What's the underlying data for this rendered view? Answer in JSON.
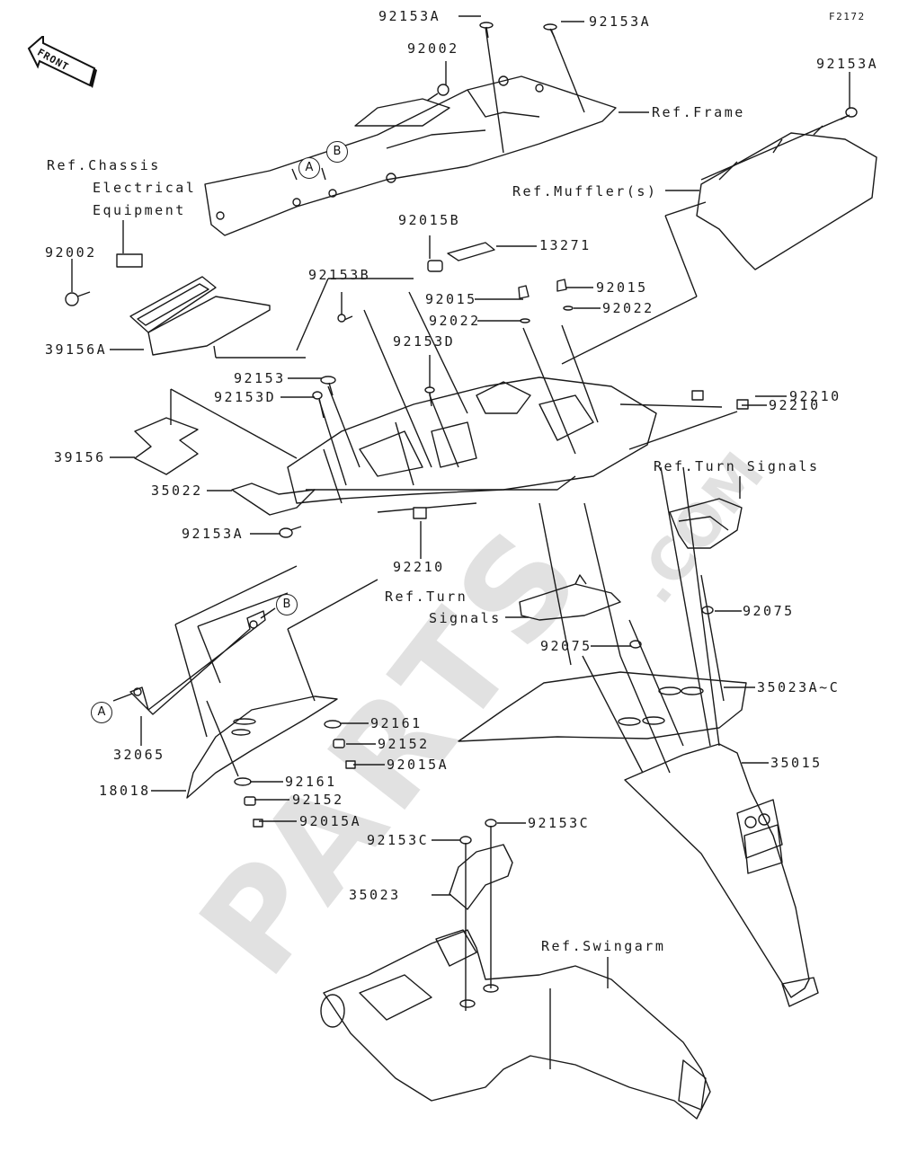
{
  "diagram_code": "F2172",
  "front_arrow": "FRONT",
  "watermark": {
    "main": "PARTS",
    "suffix": ".COM"
  },
  "refs": {
    "chassis_line1": "Ref.Chassis",
    "chassis_line2": "Electrical",
    "chassis_line3": "Equipment",
    "frame": "Ref.Frame",
    "muffler": "Ref.Muffler(s)",
    "turn_signals_right_line1": "Ref.Turn Signals",
    "turn_signals_left_line1": "Ref.Turn",
    "turn_signals_left_line2": "Signals",
    "swingarm": "Ref.Swingarm"
  },
  "callouts": {
    "a": "A",
    "b": "B"
  },
  "parts": {
    "p92153A_top1": "92153A",
    "p92153A_top2": "92153A",
    "p92153A_right": "92153A",
    "p92002_top": "92002",
    "p92002_left": "92002",
    "p92015B": "92015B",
    "p13271": "13271",
    "p92153B": "92153B",
    "p92015_1": "92015",
    "p92015_2": "92015",
    "p92022_1": "92022",
    "p92022_2": "92022",
    "p39156A": "39156A",
    "p92153D_1": "92153D",
    "p92153": "92153",
    "p92153D_2": "92153D",
    "p92210_1": "92210",
    "p92210_2": "92210",
    "p92210_3": "92210",
    "p39156": "39156",
    "p35022": "35022",
    "p92153A_mid": "92153A",
    "p92075_1": "92075",
    "p92075_2": "92075",
    "p35023AC": "35023A~C",
    "p32065": "32065",
    "p92161_1": "92161",
    "p92152_1": "92152",
    "p92015A_1": "92015A",
    "p35015": "35015",
    "p18018": "18018",
    "p92161_2": "92161",
    "p92152_2": "92152",
    "p92015A_2": "92015A",
    "p92153C_1": "92153C",
    "p92153C_2": "92153C",
    "p35023": "35023"
  }
}
